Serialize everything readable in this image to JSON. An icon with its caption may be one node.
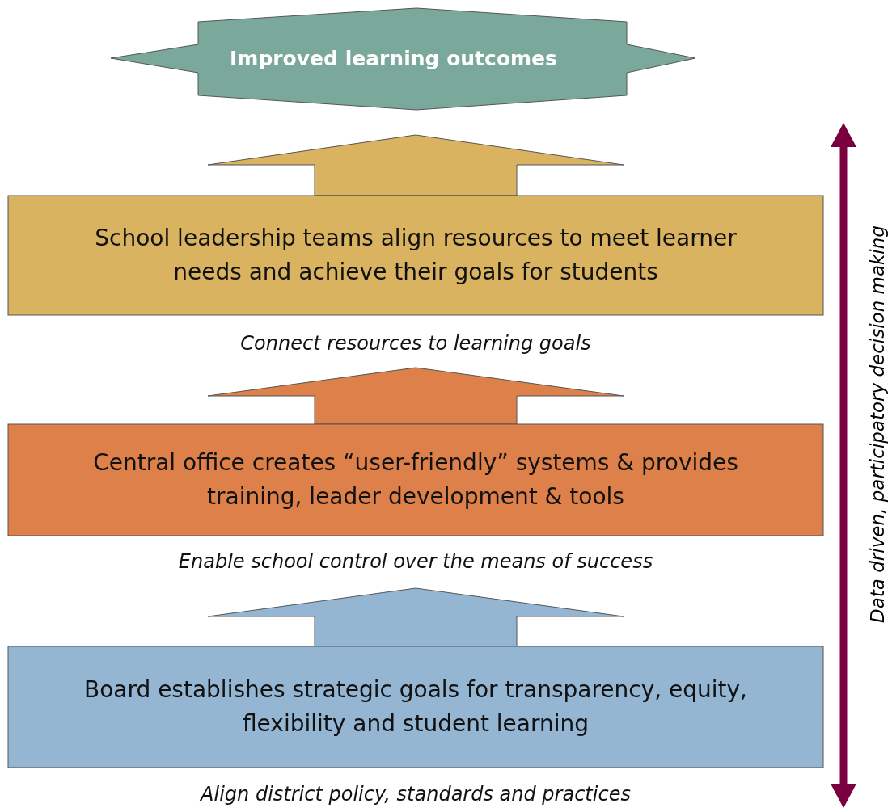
{
  "diagram": {
    "nodes": [
      {
        "text": [
          "Improved learning outcomes"
        ]
      },
      {
        "text": [
          "School leadership teams align resources to meet learner needs and achieve their goals for students"
        ],
        "beside": [
          "Connect resources to learning goals"
        ]
      },
      {
        "text": [
          "Central office creates “user-friendly” systems & provides training, leader development & tools"
        ],
        "beside": [
          "Enable school control over the means of success"
        ]
      },
      {
        "text": [
          "Board establishes strategic goals for transparency, equity, flexibility and student learning"
        ],
        "beside": [
          "Align district policy, standards and practices"
        ]
      }
    ],
    "edges": [
      {
        "from": 1,
        "to": 0,
        "arrow": "to",
        "color": "#d9b35f"
      },
      {
        "from": 2,
        "to": 1,
        "arrow": "to",
        "color": "#de8049"
      },
      {
        "from": 3,
        "to": 2,
        "arrow": "to",
        "color": "#95b6d3"
      }
    ],
    "labels": [
      "Data driven, participatory decision making"
    ]
  }
}
